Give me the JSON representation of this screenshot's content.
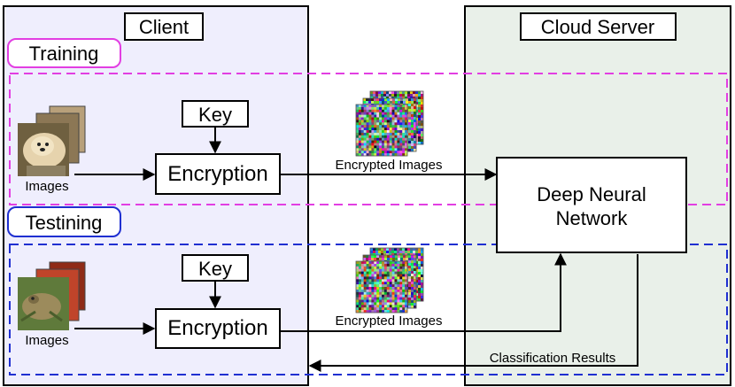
{
  "client": {
    "title": "Client"
  },
  "server": {
    "title": "Cloud Server"
  },
  "training": {
    "label": "Training",
    "images_caption": "Images",
    "key_label": "Key",
    "encryption_label": "Encryption",
    "encrypted_caption": "Encrypted Images"
  },
  "testing": {
    "label": "Testining",
    "images_caption": "Images",
    "key_label": "Key",
    "encryption_label": "Encryption",
    "encrypted_caption": "Encrypted Images"
  },
  "model": {
    "line1": "Deep Neural",
    "line2": "Network"
  },
  "results": {
    "label": "Classification Results"
  },
  "colors": {
    "client_bg": "#efeefd",
    "server_bg": "#e9f0e9",
    "training": "#e23ee2",
    "testing": "#1f2fd1"
  }
}
